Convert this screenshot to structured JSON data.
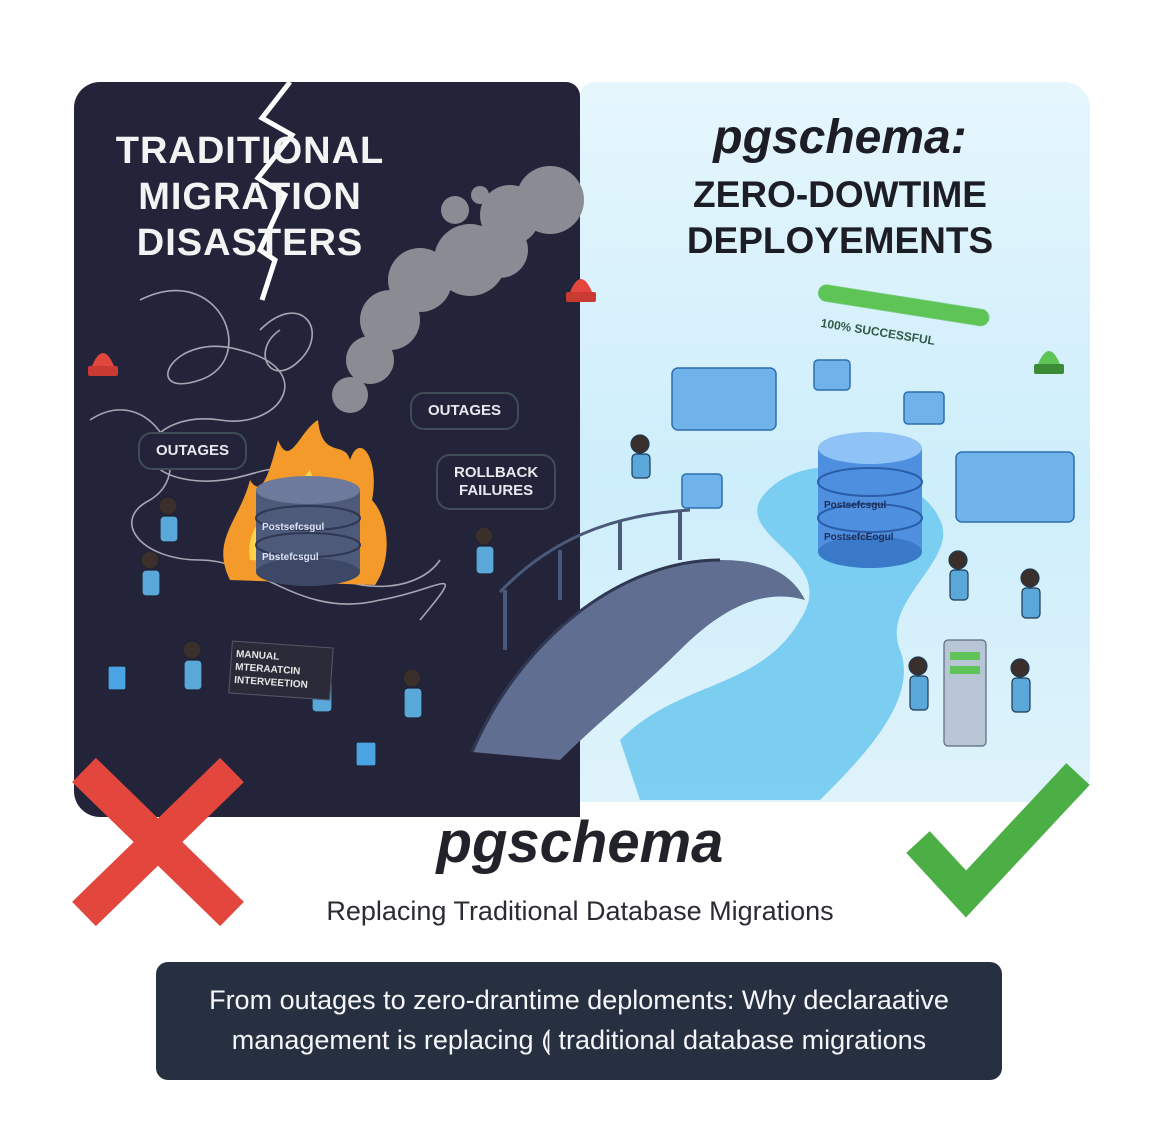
{
  "left_panel": {
    "title": "TRADITIONAL\nMIGRATION\nDISASTERS",
    "bubble_outages_1": "OUTAGES",
    "bubble_outages_2": "OUTAGES",
    "bubble_rollback": "ROLLBACK\nFAILURES",
    "sign": "MANUAL\nMTERAATCIN\nINTERVEETION",
    "db_label_1": "Postsefcsgul",
    "db_label_2": "Pbstefcsgul"
  },
  "right_panel": {
    "brand": "pgschema:",
    "title": "ZERO-DOWTIME\nDEPLOYEMENTS",
    "progress_label": "100% SUCCESSFUL",
    "progress": 1.0,
    "db_label_1": "Postsefcsgul",
    "db_label_2": "PostsefcEogul"
  },
  "brand": "pgschema",
  "tagline": "Replacing Traditional Database Migrations",
  "caption": "From outages to zero-drantime deploments: Why declaraative\nmanagement is replacing ⟬ traditional database migrations",
  "colors": {
    "dark_panel": "#23243a",
    "light_panel": "#d4f0fb",
    "cross": "#e2463d",
    "check": "#4caf46",
    "caption_bg": "#273041"
  },
  "icons": [
    "lightning-icon",
    "fire-icon",
    "smoke-icon",
    "alarm-red-icon",
    "alarm-green-icon",
    "cross-icon",
    "check-icon",
    "bridge-icon",
    "database-icon"
  ]
}
